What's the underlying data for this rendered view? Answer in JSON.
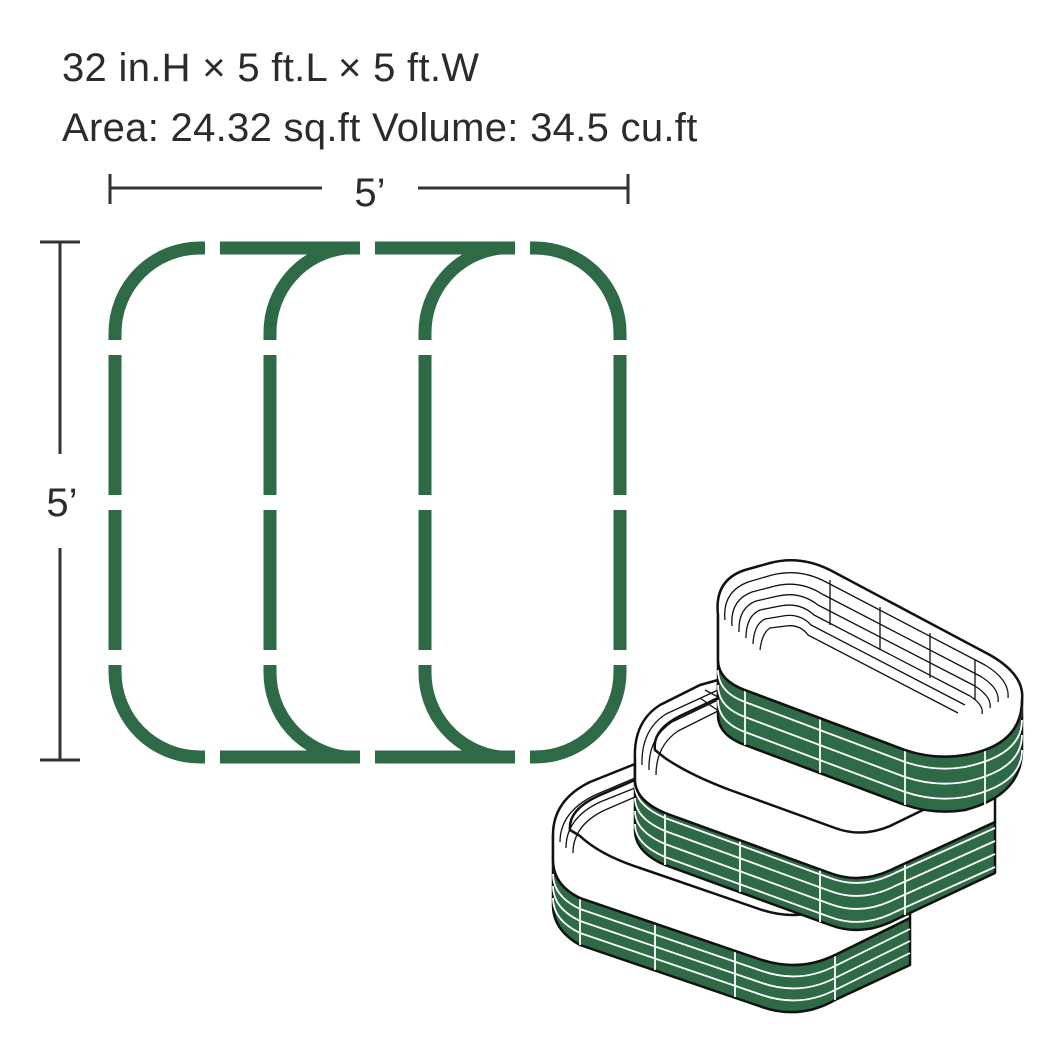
{
  "specs": {
    "dimensions": "32 in.H × 5 ft.L × 5 ft.W",
    "area_volume": "Area: 24.32 sq.ft Volume: 34.5 cu.ft"
  },
  "dimensions": {
    "width_label": "5’",
    "height_label": "5’"
  },
  "colors": {
    "bed_green": "#2e6a45",
    "outline": "#111111",
    "text": "#2b2b2b",
    "dim_line": "#333333"
  }
}
